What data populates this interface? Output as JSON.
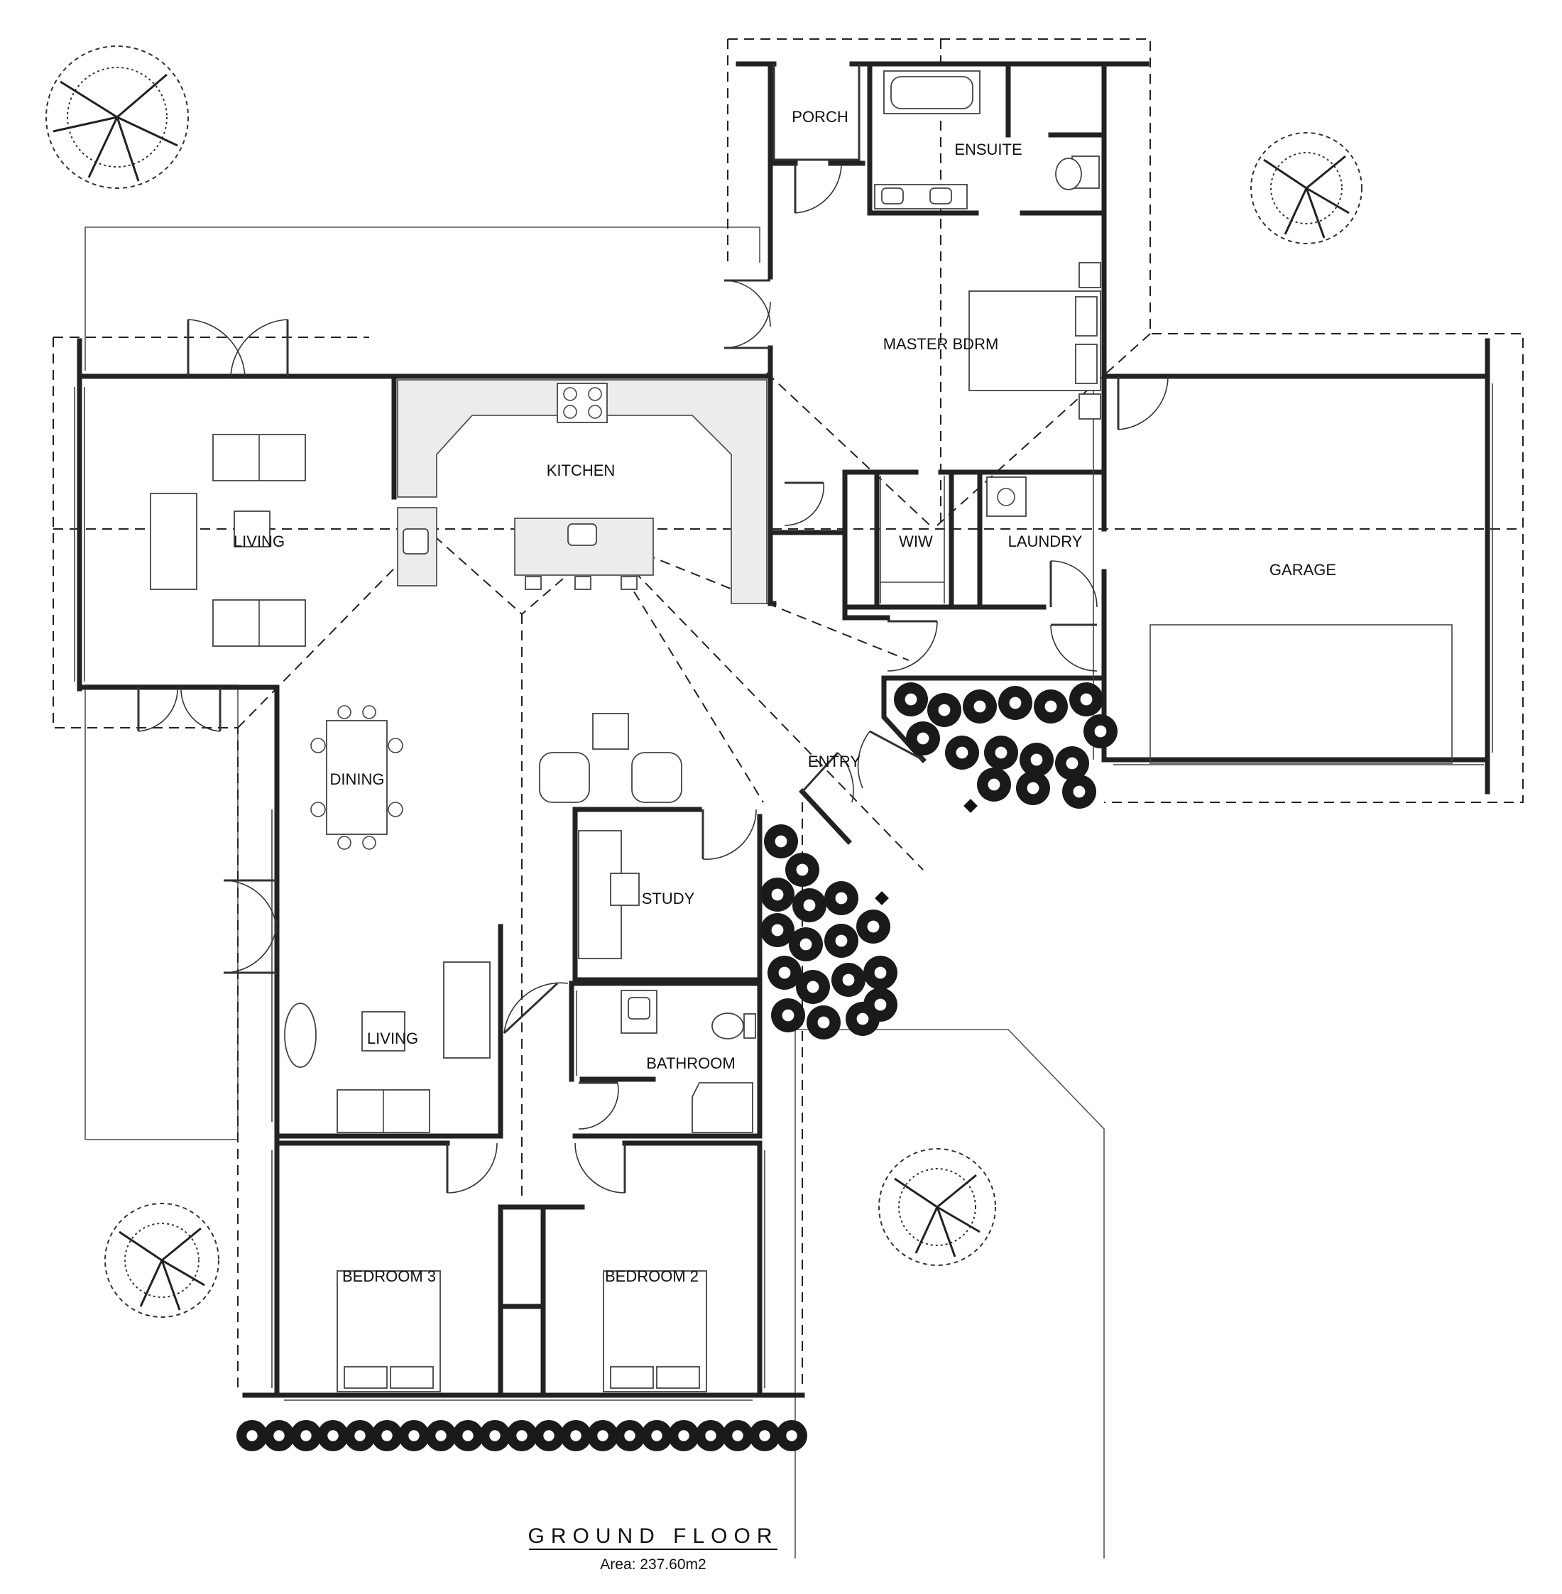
{
  "plan": {
    "title": "GROUND FLOOR",
    "area": "Area: 237.60m2"
  },
  "rooms": {
    "porch": "PORCH",
    "ensuite": "ENSUITE",
    "master_bdrm": "MASTER BDRM",
    "kitchen": "KITCHEN",
    "living_main": "LIVING",
    "wiw": "WIW",
    "laundry": "LAUNDRY",
    "garage": "GARAGE",
    "entry": "ENTRY",
    "dining": "DINING",
    "study": "STUDY",
    "living_lower": "LIVING",
    "bathroom": "BATHROOM",
    "bedroom_3": "BEDROOM 3",
    "bedroom_2": "BEDROOM 2"
  }
}
